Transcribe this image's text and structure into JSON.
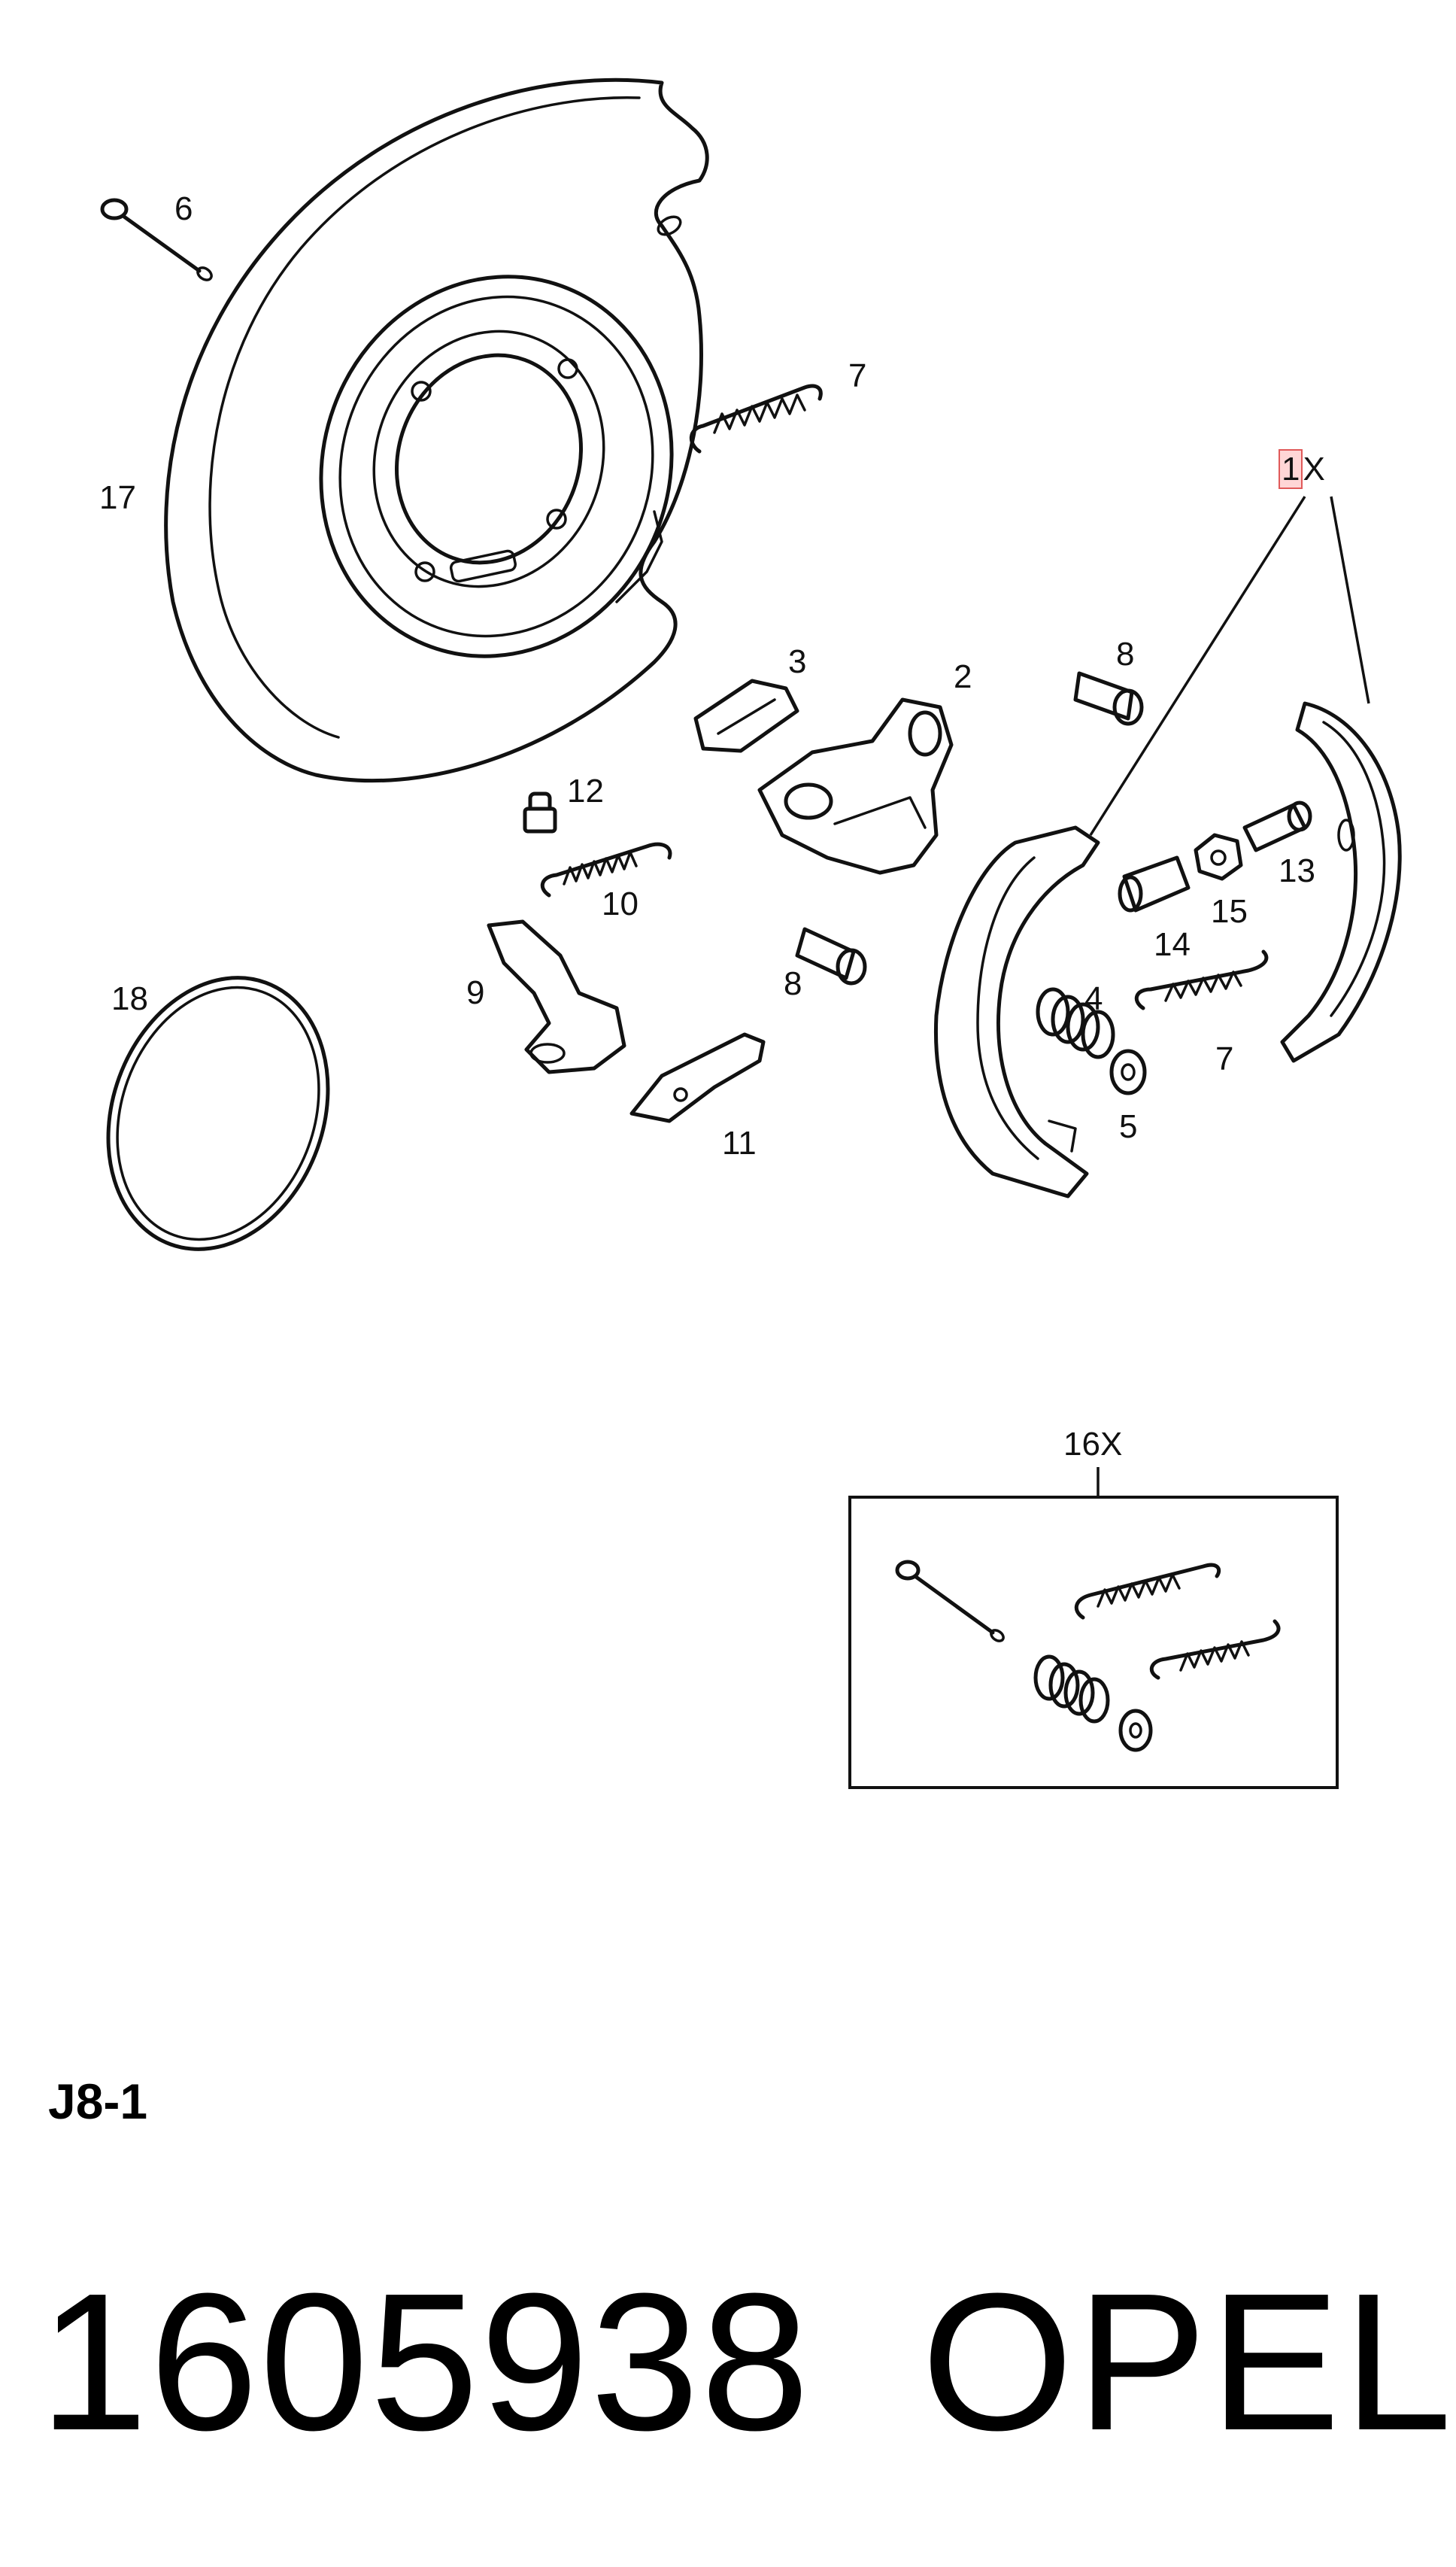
{
  "callouts": {
    "c6": "6",
    "c7a": "7",
    "c17": "17",
    "c1x": "1",
    "c1x_suffix": "X",
    "c3": "3",
    "c2": "2",
    "c8a": "8",
    "c12": "12",
    "c10": "10",
    "c13": "13",
    "c15": "15",
    "c14": "14",
    "c18": "18",
    "c9": "9",
    "c8b": "8",
    "c4": "4",
    "c7b": "7",
    "c5": "5",
    "c11": "11",
    "c16x": "16X"
  },
  "section_code": "J8-1",
  "part_number": "1605938",
  "brand": "OPEL",
  "colors": {
    "line": "#111111",
    "highlight_fill": "#ffd6d6",
    "highlight_border": "#e05a5a"
  }
}
